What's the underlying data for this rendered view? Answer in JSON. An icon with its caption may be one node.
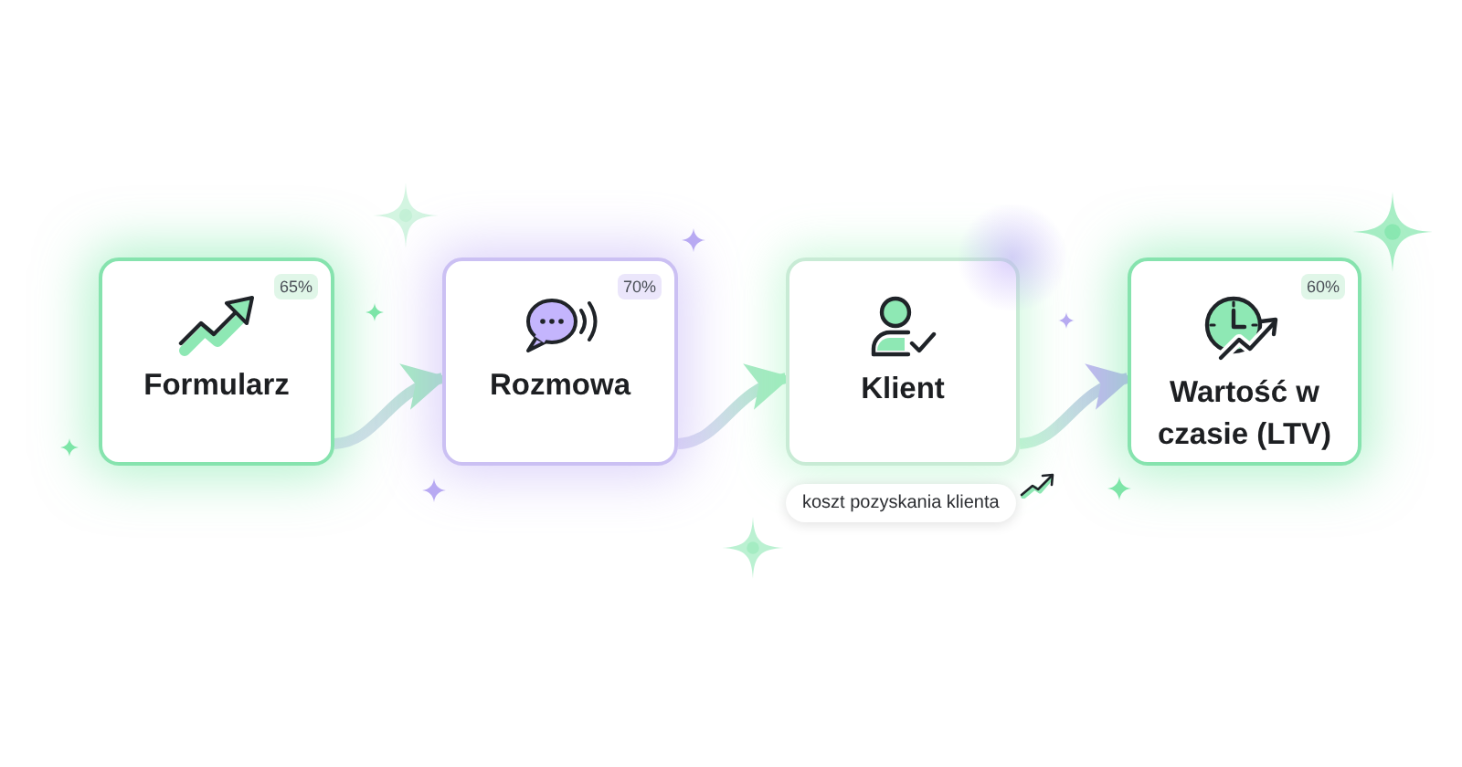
{
  "diagram": {
    "nodes": [
      {
        "text": [
          "65%",
          "Formularz"
        ]
      },
      {
        "text": [
          "70%",
          "Rozmowa"
        ]
      },
      {
        "text": [
          "Klient"
        ],
        "beside": [
          "koszt pozyskania klienta"
        ]
      },
      {
        "text": [
          "60%",
          "Wartość w czasie (LTV)"
        ]
      }
    ],
    "edges": [
      {
        "from": 0,
        "to": 1,
        "arrow": "to"
      },
      {
        "from": 1,
        "to": 2,
        "arrow": "to"
      },
      {
        "from": 2,
        "to": 3,
        "arrow": "to"
      }
    ]
  }
}
